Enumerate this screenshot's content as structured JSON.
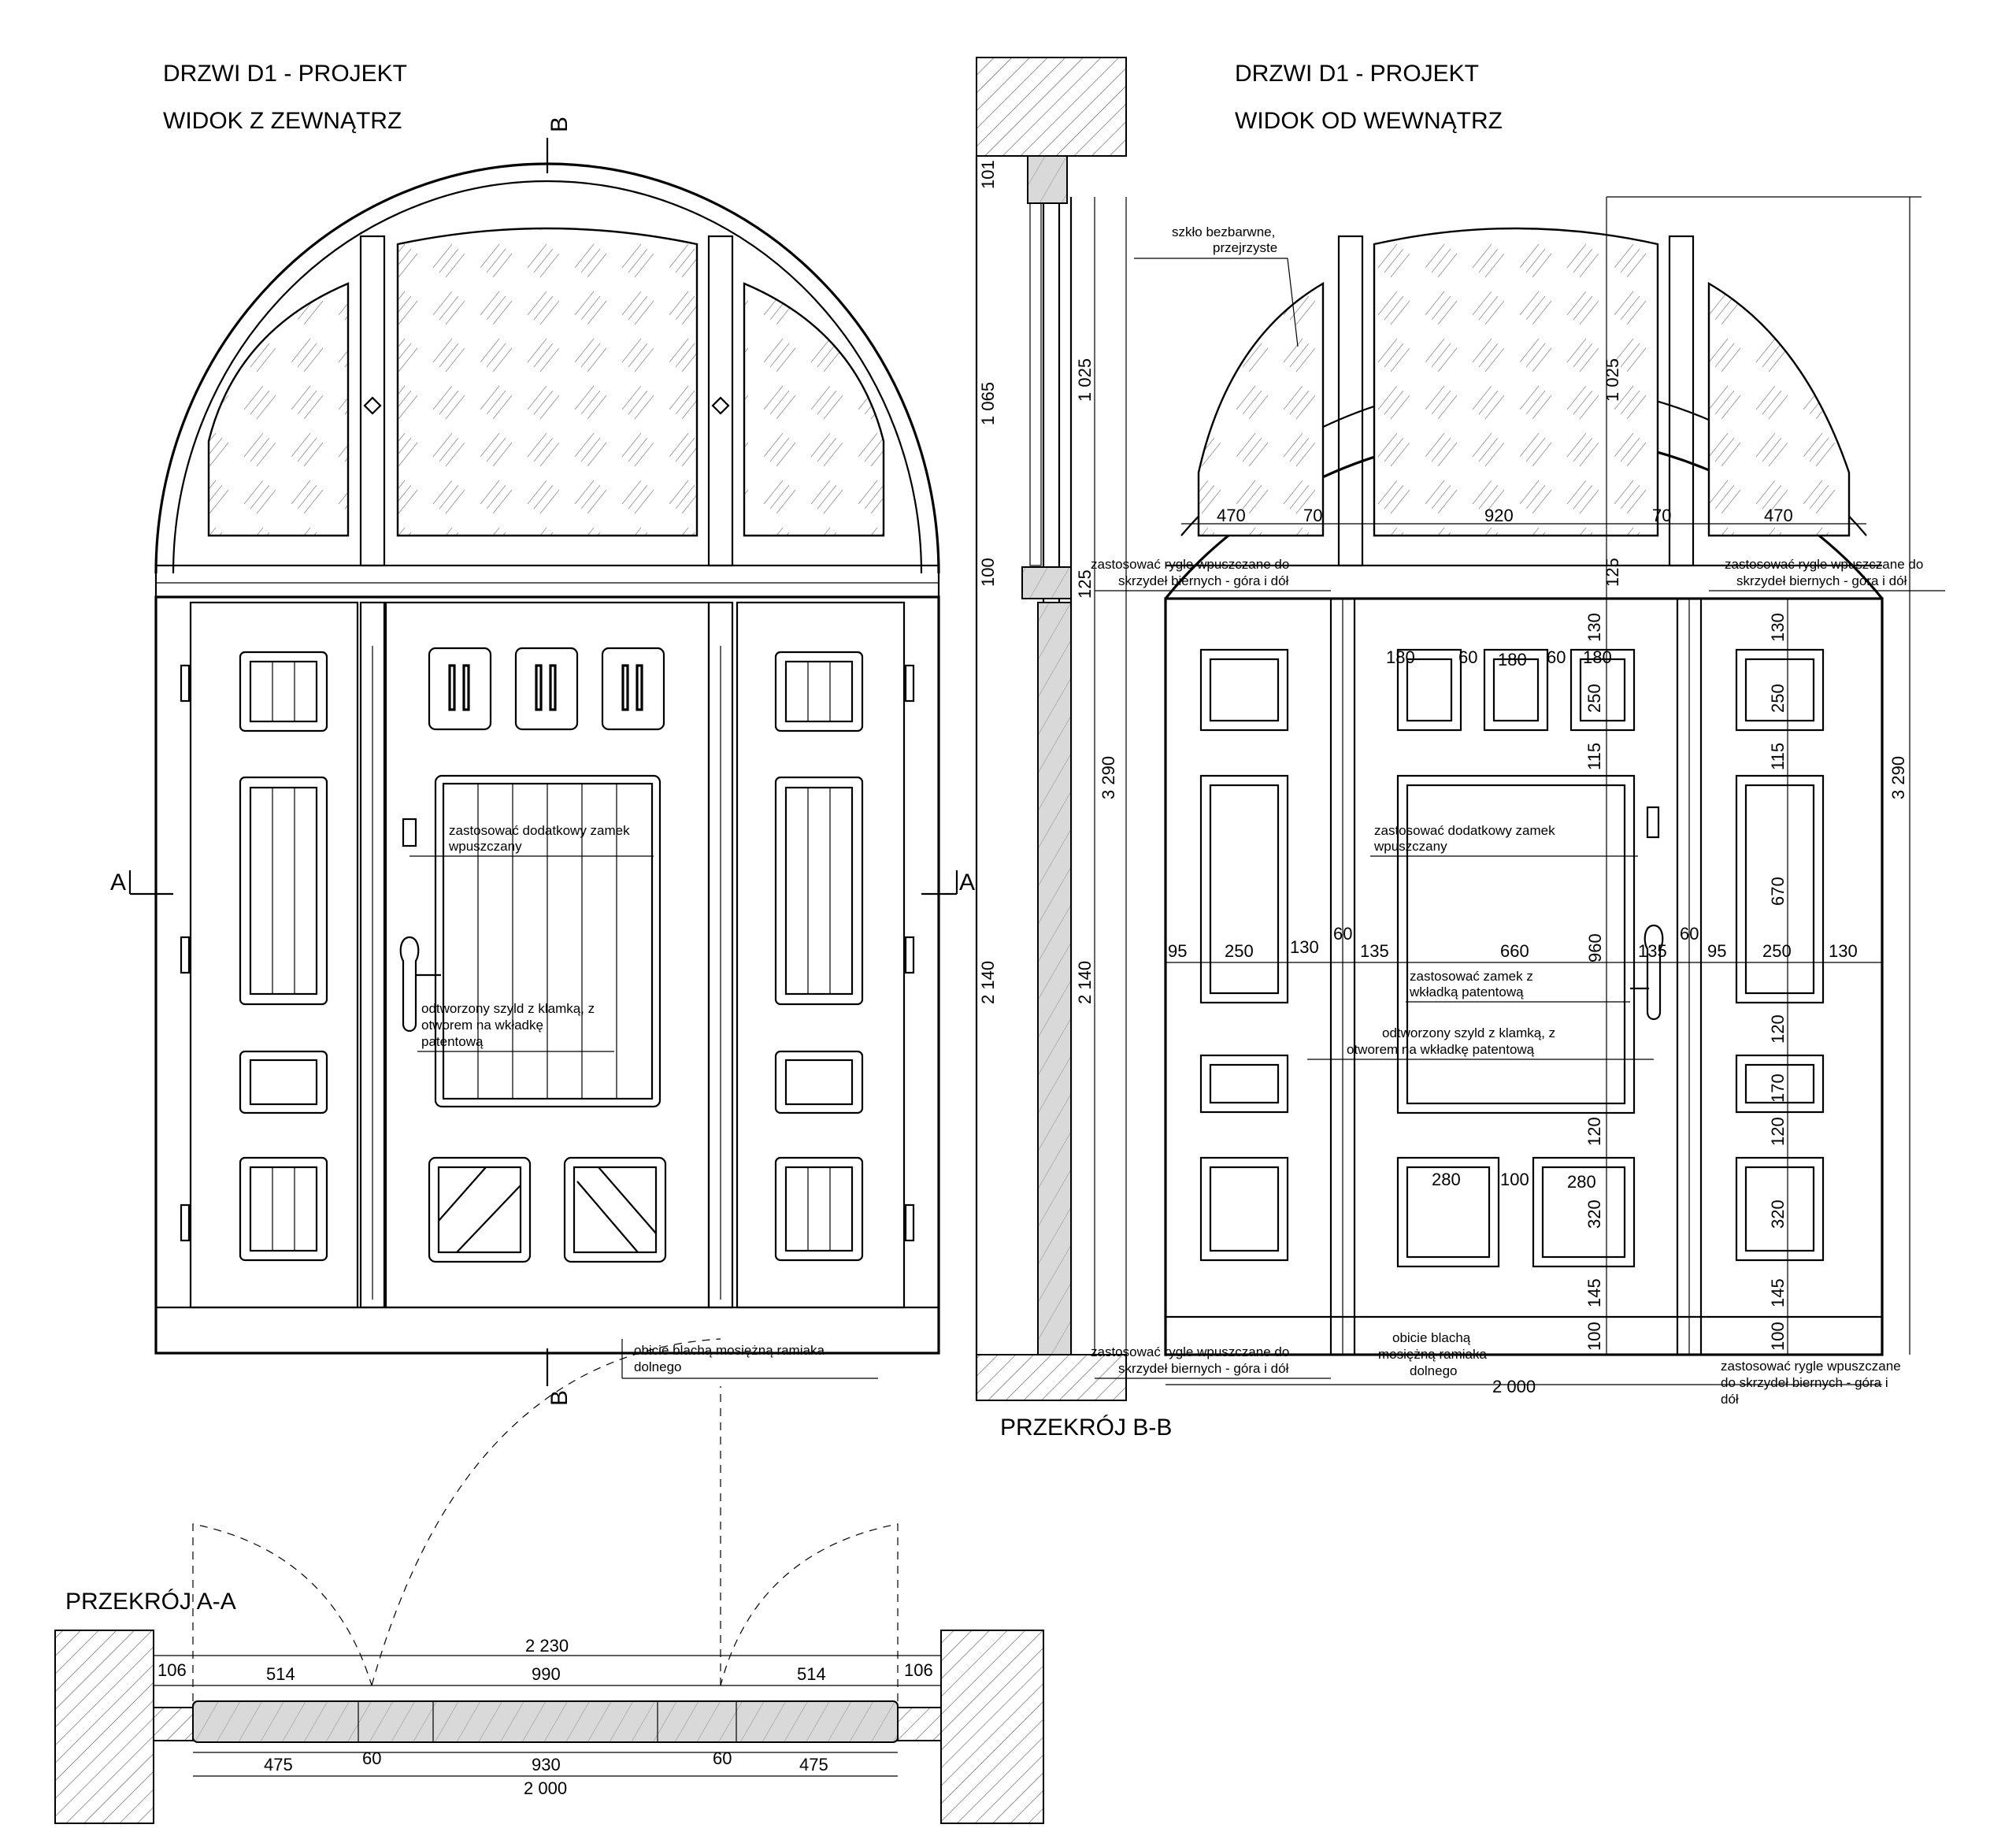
{
  "titles": {
    "exterior_line1": "DRZWI D1 - PROJEKT",
    "exterior_line2": "WIDOK Z ZEWNĄTRZ",
    "interior_line1": "DRZWI D1 - PROJEKT",
    "interior_line2": "WIDOK OD WEWNĄTRZ",
    "section_bb": "PRZEKRÓJ B-B",
    "section_aa": "PRZEKRÓJ A-A"
  },
  "section_markers": {
    "a_left": "A",
    "a_right": "A",
    "b_top": "B",
    "b_bottom": "B"
  },
  "notes": {
    "glass": [
      "szkło bezbarwne,",
      "przejrzyste"
    ],
    "bolts_top_left": [
      "zastosować rygle wpuszczane do",
      "skrzydeł biernych - góra i dół"
    ],
    "bolts_top_right": [
      "zastosować rygle wpuszczane do",
      "skrzydeł biernych - góra i dół"
    ],
    "bolts_bottom_left": [
      "zastosować rygle wpuszczane do",
      "skrzydeł biernych - góra i dół"
    ],
    "bolts_bottom_right": [
      "zastosować rygle wpuszczane",
      "do skrzydeł biernych - góra i",
      "dół"
    ],
    "extra_lock_ext": [
      "zastosować dodatkowy zamek",
      "wpuszczany"
    ],
    "extra_lock_int": [
      "zastosować dodatkowy zamek",
      "wpuszczany"
    ],
    "handle_ext": [
      "odtworzony  szyld z klamką, z",
      "otworem na wkładkę",
      "patentową"
    ],
    "handle_int": [
      "odtworzony  szyld z klamką, z",
      "otworem na wkładkę patentową"
    ],
    "lock_cyl": [
      "zastosować zamek z",
      "wkładką patentową"
    ],
    "brass_ext": [
      "obicie blachą mosiężną ramiaka",
      "dolnego"
    ],
    "brass_int": [
      "obicie blachą",
      "mosiężną ramiaka",
      "dolnego"
    ]
  },
  "dimensions": {
    "fan_widths": [
      "470",
      "70",
      "920",
      "70",
      "470"
    ],
    "total_height": "3 290",
    "fan_height": "1 025",
    "transom": "125",
    "overall_width": "2 000",
    "panel_top_row": [
      "180",
      "60",
      "180",
      "60",
      "180"
    ],
    "left_leaf_row": [
      "95",
      "250",
      "130",
      "60",
      "135",
      "660",
      "135",
      "60",
      "95",
      "250",
      "130"
    ],
    "centre_panel_height": "960",
    "bottom_panels": [
      "280",
      "100",
      "280"
    ],
    "vertical_center": [
      "130",
      "250",
      "115",
      "120",
      "320",
      "145",
      "100"
    ],
    "vertical_right": [
      "130",
      "250",
      "115",
      "670",
      "120",
      "170",
      "120",
      "320",
      "145",
      "100"
    ],
    "bb_section": [
      "101",
      "1 065",
      "1 025",
      "100",
      "125",
      "3 290",
      "2 140",
      "2 140"
    ],
    "aa_top": [
      "2 230",
      "106",
      "514",
      "990",
      "514",
      "106"
    ],
    "aa_bottom": [
      "475",
      "60",
      "930",
      "60",
      "475",
      "2 000"
    ]
  }
}
